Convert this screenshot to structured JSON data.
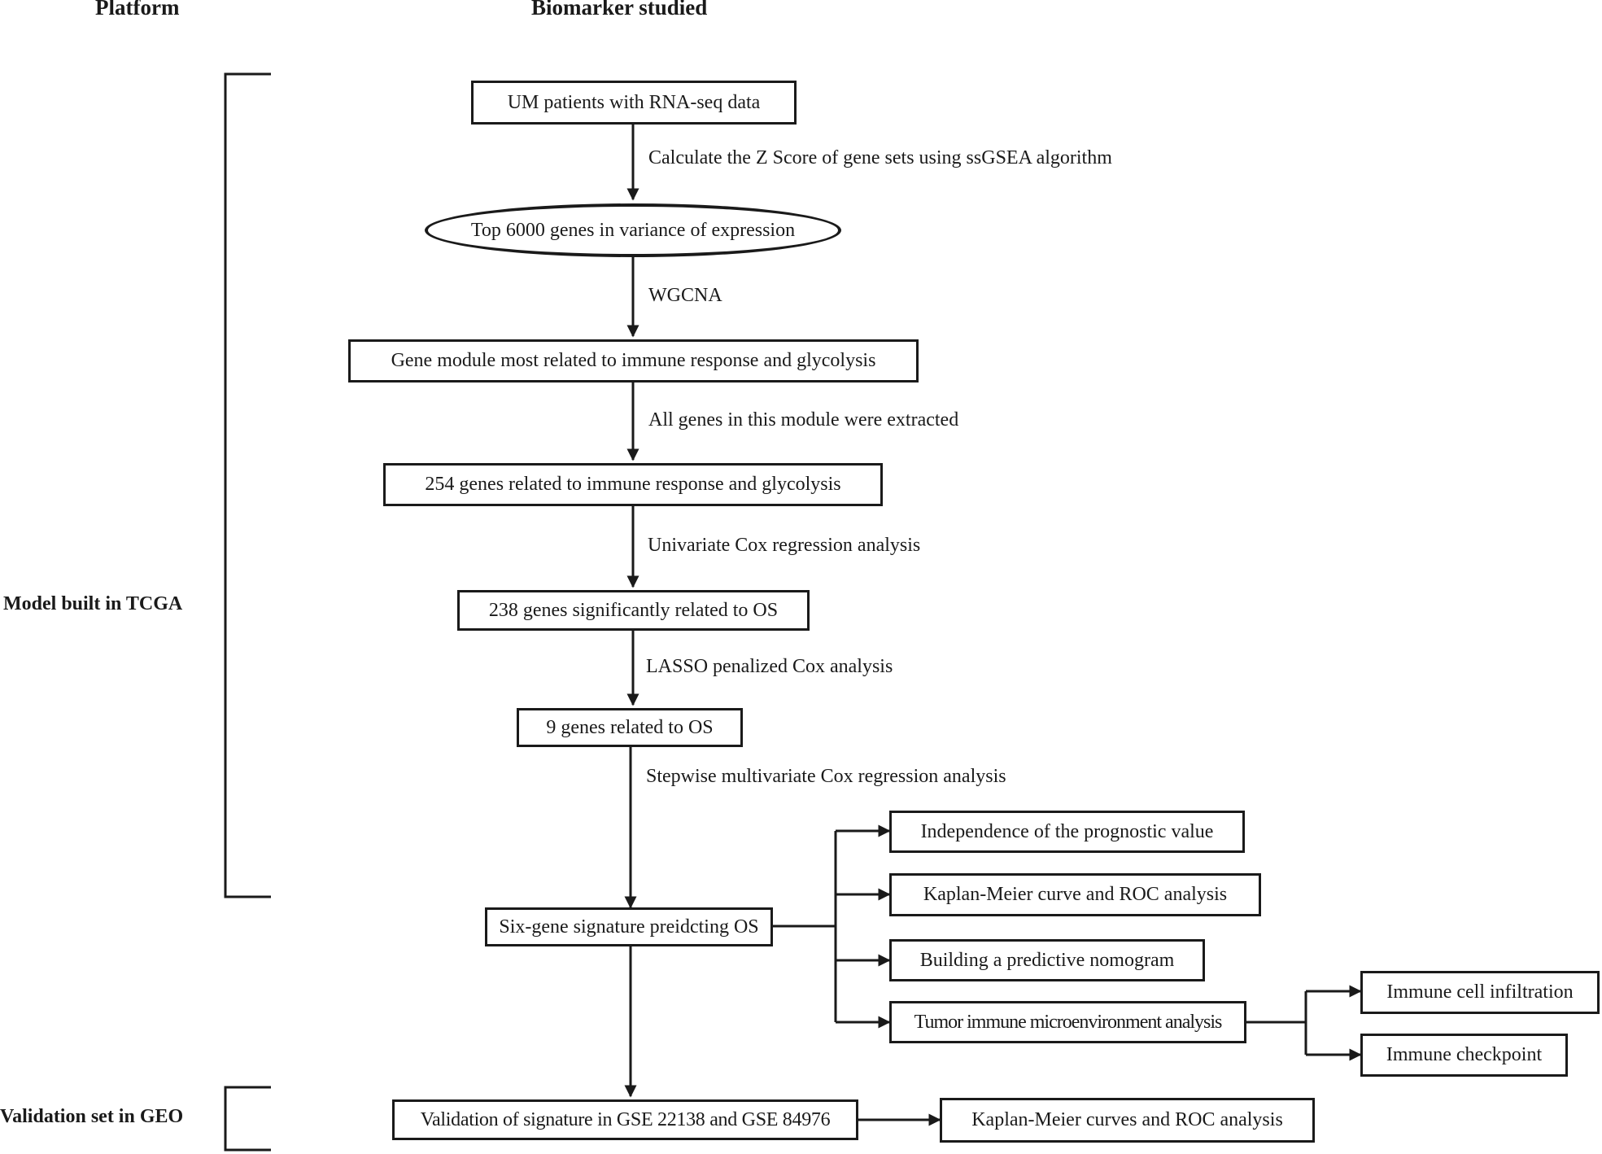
{
  "headers": {
    "platform": "Platform",
    "biomarker": "Biomarker studied"
  },
  "sections": {
    "tcga": "Model built in TCGA",
    "geo": "Validation set in GEO"
  },
  "nodes": {
    "um_patients": "UM patients with RNA-seq data",
    "top_genes": "Top 6000 genes in variance of expression",
    "gene_module": "Gene module most related to immune response and glycolysis",
    "genes_254": "254 genes related to immune response and glycolysis",
    "genes_238": "238 genes significantly related to OS",
    "genes_9": "9 genes related to OS",
    "signature": "Six-gene signature preidcting OS",
    "independence": "Independence of the prognostic value",
    "km_roc": "Kaplan-Meier curve and ROC analysis",
    "nomogram": "Building a predictive nomogram",
    "tme": "Tumor immune microenvironment analysis",
    "immune_cell": "Immune  cell infiltration",
    "immune_checkpoint": "Immune  checkpoint",
    "validation": "Validation of signature in GSE 22138 and GSE 84976",
    "km_roc_geo": "Kaplan-Meier curves and ROC analysis"
  },
  "edges": {
    "zscore": "Calculate the Z Score of gene sets using ssGSEA algorithm",
    "wgcna": "WGCNA",
    "extracted": "All genes in this module were extracted",
    "univariate": "Univariate Cox regression analysis",
    "lasso": "LASSO penalized Cox analysis",
    "stepwise": "Stepwise multivariate  Cox regression analysis"
  }
}
